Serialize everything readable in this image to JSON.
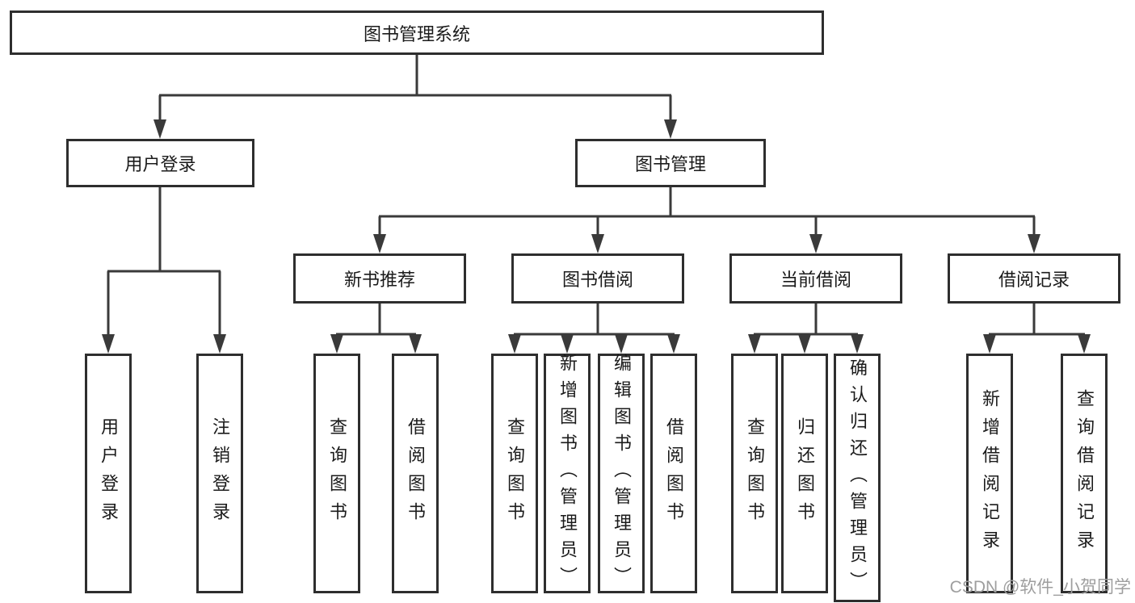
{
  "diagram": {
    "tree": {
      "label": "图书管理系统",
      "children": [
        {
          "label": "用户登录",
          "children": [
            {
              "label": "用户登录"
            },
            {
              "label": "注销登录"
            }
          ]
        },
        {
          "label": "图书管理",
          "children": [
            {
              "label": "新书推荐",
              "children": [
                {
                  "label": "查询图书"
                },
                {
                  "label": "借阅图书"
                }
              ]
            },
            {
              "label": "图书借阅",
              "children": [
                {
                  "label": "查询图书"
                },
                {
                  "label": "新增图书（管理员）"
                },
                {
                  "label": "编辑图书（管理员）"
                },
                {
                  "label": "借阅图书"
                }
              ]
            },
            {
              "label": "当前借阅",
              "children": [
                {
                  "label": "查询图书"
                },
                {
                  "label": "归还图书"
                },
                {
                  "label": "确认归还（管理员）"
                }
              ]
            },
            {
              "label": "借阅记录",
              "children": [
                {
                  "label": "新增借阅记录"
                },
                {
                  "label": "查询借阅记录"
                }
              ]
            }
          ]
        }
      ]
    }
  },
  "watermark": {
    "text": "CSDN @软件_小贺同学"
  },
  "colors": {
    "line": "#3a3a3a",
    "box_border": "#2e2e2e",
    "text": "#1b1b1b",
    "background": "#ffffff",
    "watermark": "#9e9e9e"
  }
}
